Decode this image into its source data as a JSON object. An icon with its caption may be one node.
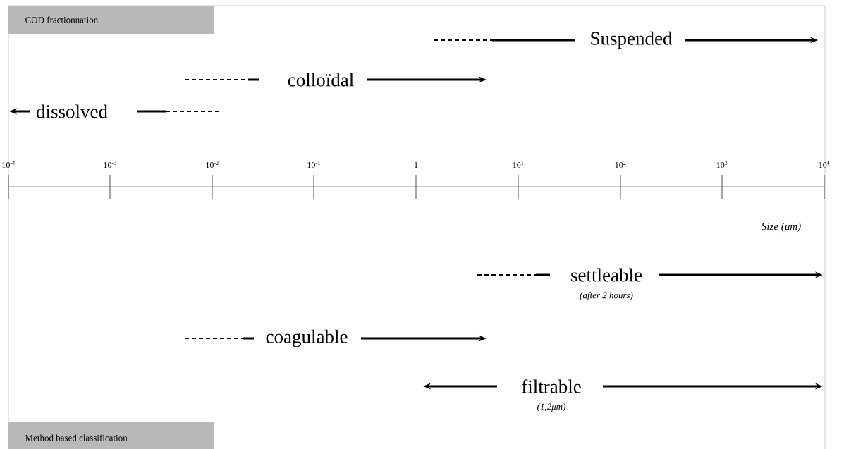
{
  "diagram": {
    "labels": [
      "COD fractionnation",
      "Suspended",
      "colloïdal",
      "dissolved",
      "10$^{-4}$",
      "10$^{-3}$",
      "10$^{-2}$",
      "10$^{-1}$",
      "1",
      "10$^{1}$",
      "10$^{2}$",
      "10$^{3}$",
      "10$^{4}$",
      "Size (μm)",
      "settleable",
      "(after 2 hours)",
      "coagulable",
      "filtrable",
      "(1,2μm)",
      "Method based classification"
    ]
  }
}
